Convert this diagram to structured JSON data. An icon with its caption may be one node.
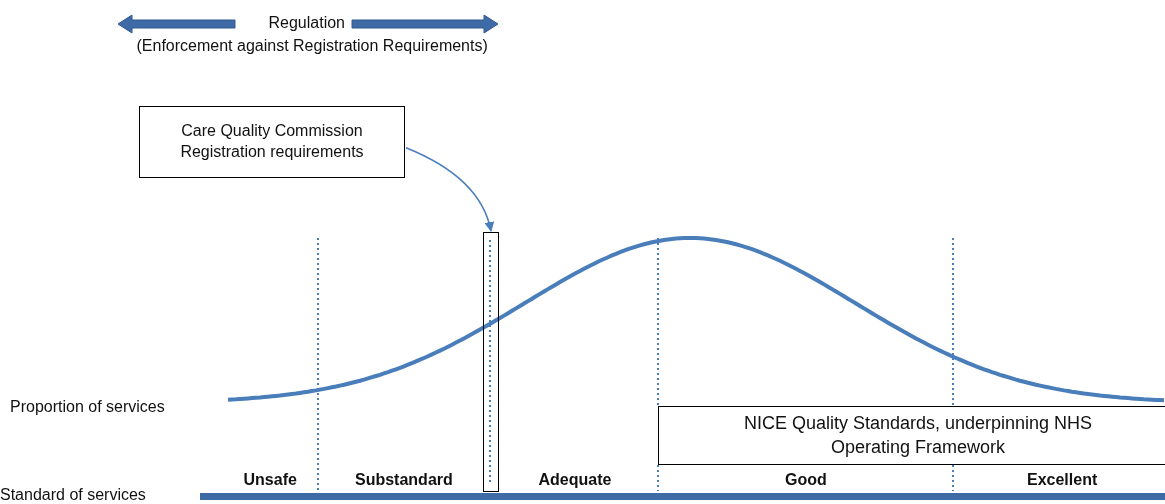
{
  "diagram": {
    "nodes": [
      {
        "text": [
          "Care Quality Commission Registration requirements"
        ]
      },
      {
        "text": [],
        "shape": "box"
      },
      {
        "text": [
          "NICE Quality Standards, underpinning NHS Operating Framework"
        ]
      }
    ],
    "edges": [
      {
        "from": 0,
        "to": 1,
        "arrow": "to"
      }
    ],
    "labels": [
      "Regulation",
      "(Enforcement against Registration Requirements)",
      "Proportion of services",
      "Unsafe",
      "Substandard",
      "Adequate",
      "Good",
      "Excellent",
      "Standard of services"
    ]
  }
}
